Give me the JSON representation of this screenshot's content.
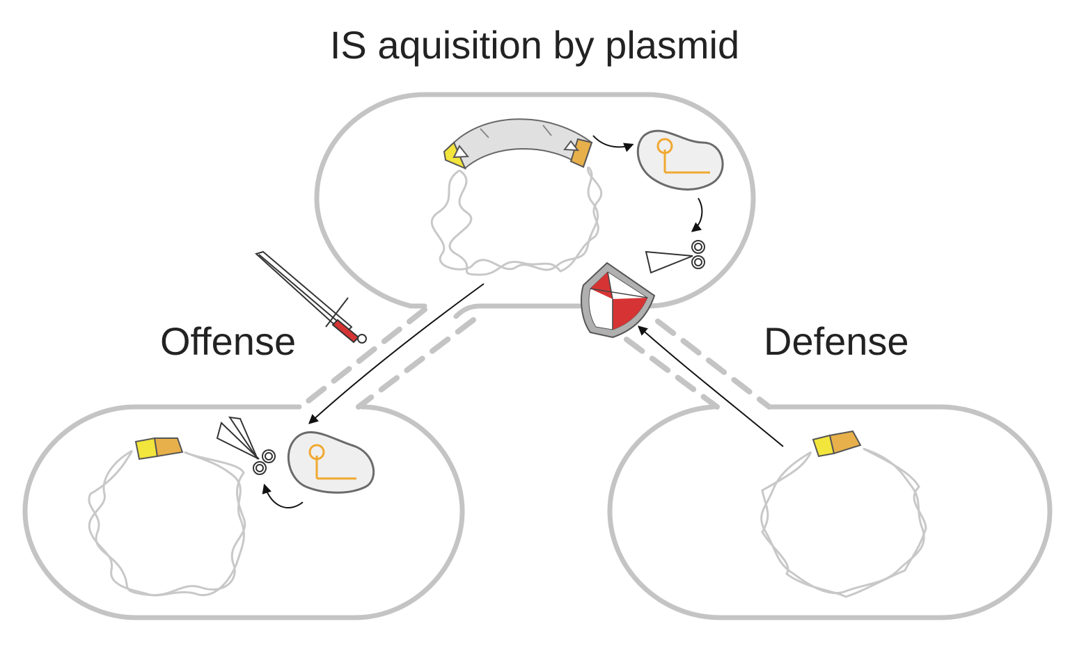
{
  "title": "IS aquisition by plasmid",
  "labels": {
    "offense": "Offense",
    "defense": "Defense"
  },
  "colors": {
    "cell_outline": "#c4c4c4",
    "dna": "#c8c8c8",
    "is_yellow": "#f2e53c",
    "is_orange": "#e8b04a",
    "is_body": "#e0e0e0",
    "rna_orange": "#f0a830",
    "shield_red": "#d63434",
    "shield_frame": "#a8a8a8",
    "arrow": "#111111"
  },
  "icons": [
    "sword-icon",
    "shield-icon",
    "scissors-icon",
    "crispr-effector-icon",
    "plasmid-icon",
    "transposon-icon"
  ]
}
